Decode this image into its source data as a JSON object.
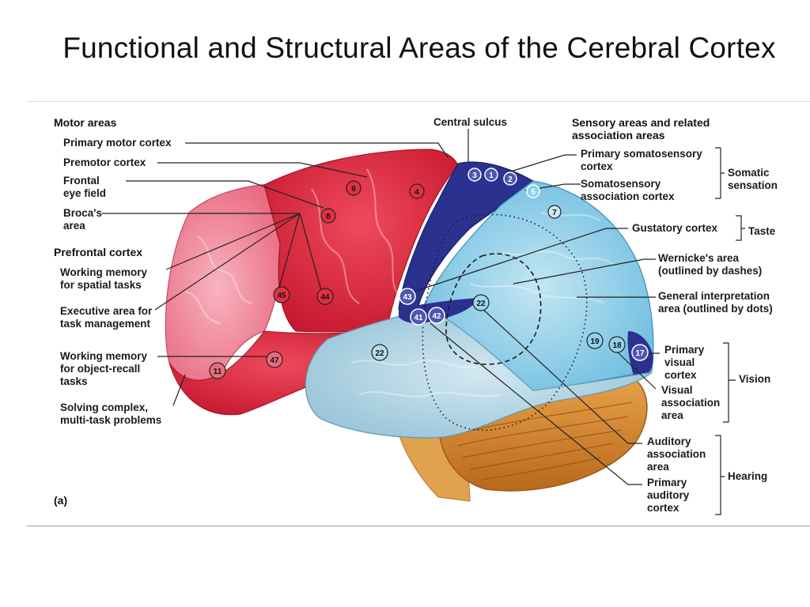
{
  "title": "Functional and Structural Areas of the Cerebral Cortex",
  "panel_label": "(a)",
  "colors": {
    "motor_red": "#d8233a",
    "prefrontal_pink": "#f2899a",
    "somatosensory_navy": "#2a2f8f",
    "association_lightblue": "#7cc6e4",
    "temporal_paleblue": "#a9d2e3",
    "cerebellum_orange": "#d9892f"
  },
  "headers": {
    "motor": "Motor areas",
    "prefrontal": "Prefrontal cortex",
    "sensory": "Sensory areas and related\nassociation areas"
  },
  "left_labels": {
    "primary_motor": "Primary motor cortex",
    "premotor": "Premotor cortex",
    "frontal_eye": "Frontal\neye field",
    "brocas": "Broca's\narea",
    "working_spatial": "Working memory\nfor spatial tasks",
    "executive": "Executive area for\ntask management",
    "working_object": "Working memory\nfor object-recall\ntasks",
    "solving": "Solving complex,\nmulti-task problems"
  },
  "top_labels": {
    "central_sulcus": "Central sulcus"
  },
  "right_labels": {
    "primary_somatosensory": "Primary somatosensory\ncortex",
    "somatosensory_assoc": "Somatosensory\nassociation cortex",
    "gustatory": "Gustatory cortex",
    "wernicke": "Wernicke's area\n(outlined by dashes)",
    "general_interp": "General interpretation\narea (outlined by dots)",
    "primary_visual": "Primary\nvisual\ncortex",
    "visual_assoc": "Visual\nassociation\narea",
    "auditory_assoc": "Auditory\nassociation\narea",
    "primary_auditory": "Primary\nauditory\ncortex"
  },
  "groups": {
    "somatic": "Somatic\nsensation",
    "taste": "Taste",
    "vision": "Vision",
    "hearing": "Hearing"
  },
  "brodmann_badges": [
    "3",
    "1",
    "2",
    "5",
    "7",
    "6",
    "4",
    "8",
    "45",
    "44",
    "43",
    "41",
    "42",
    "22",
    "22",
    "19",
    "18",
    "17",
    "47",
    "11"
  ]
}
